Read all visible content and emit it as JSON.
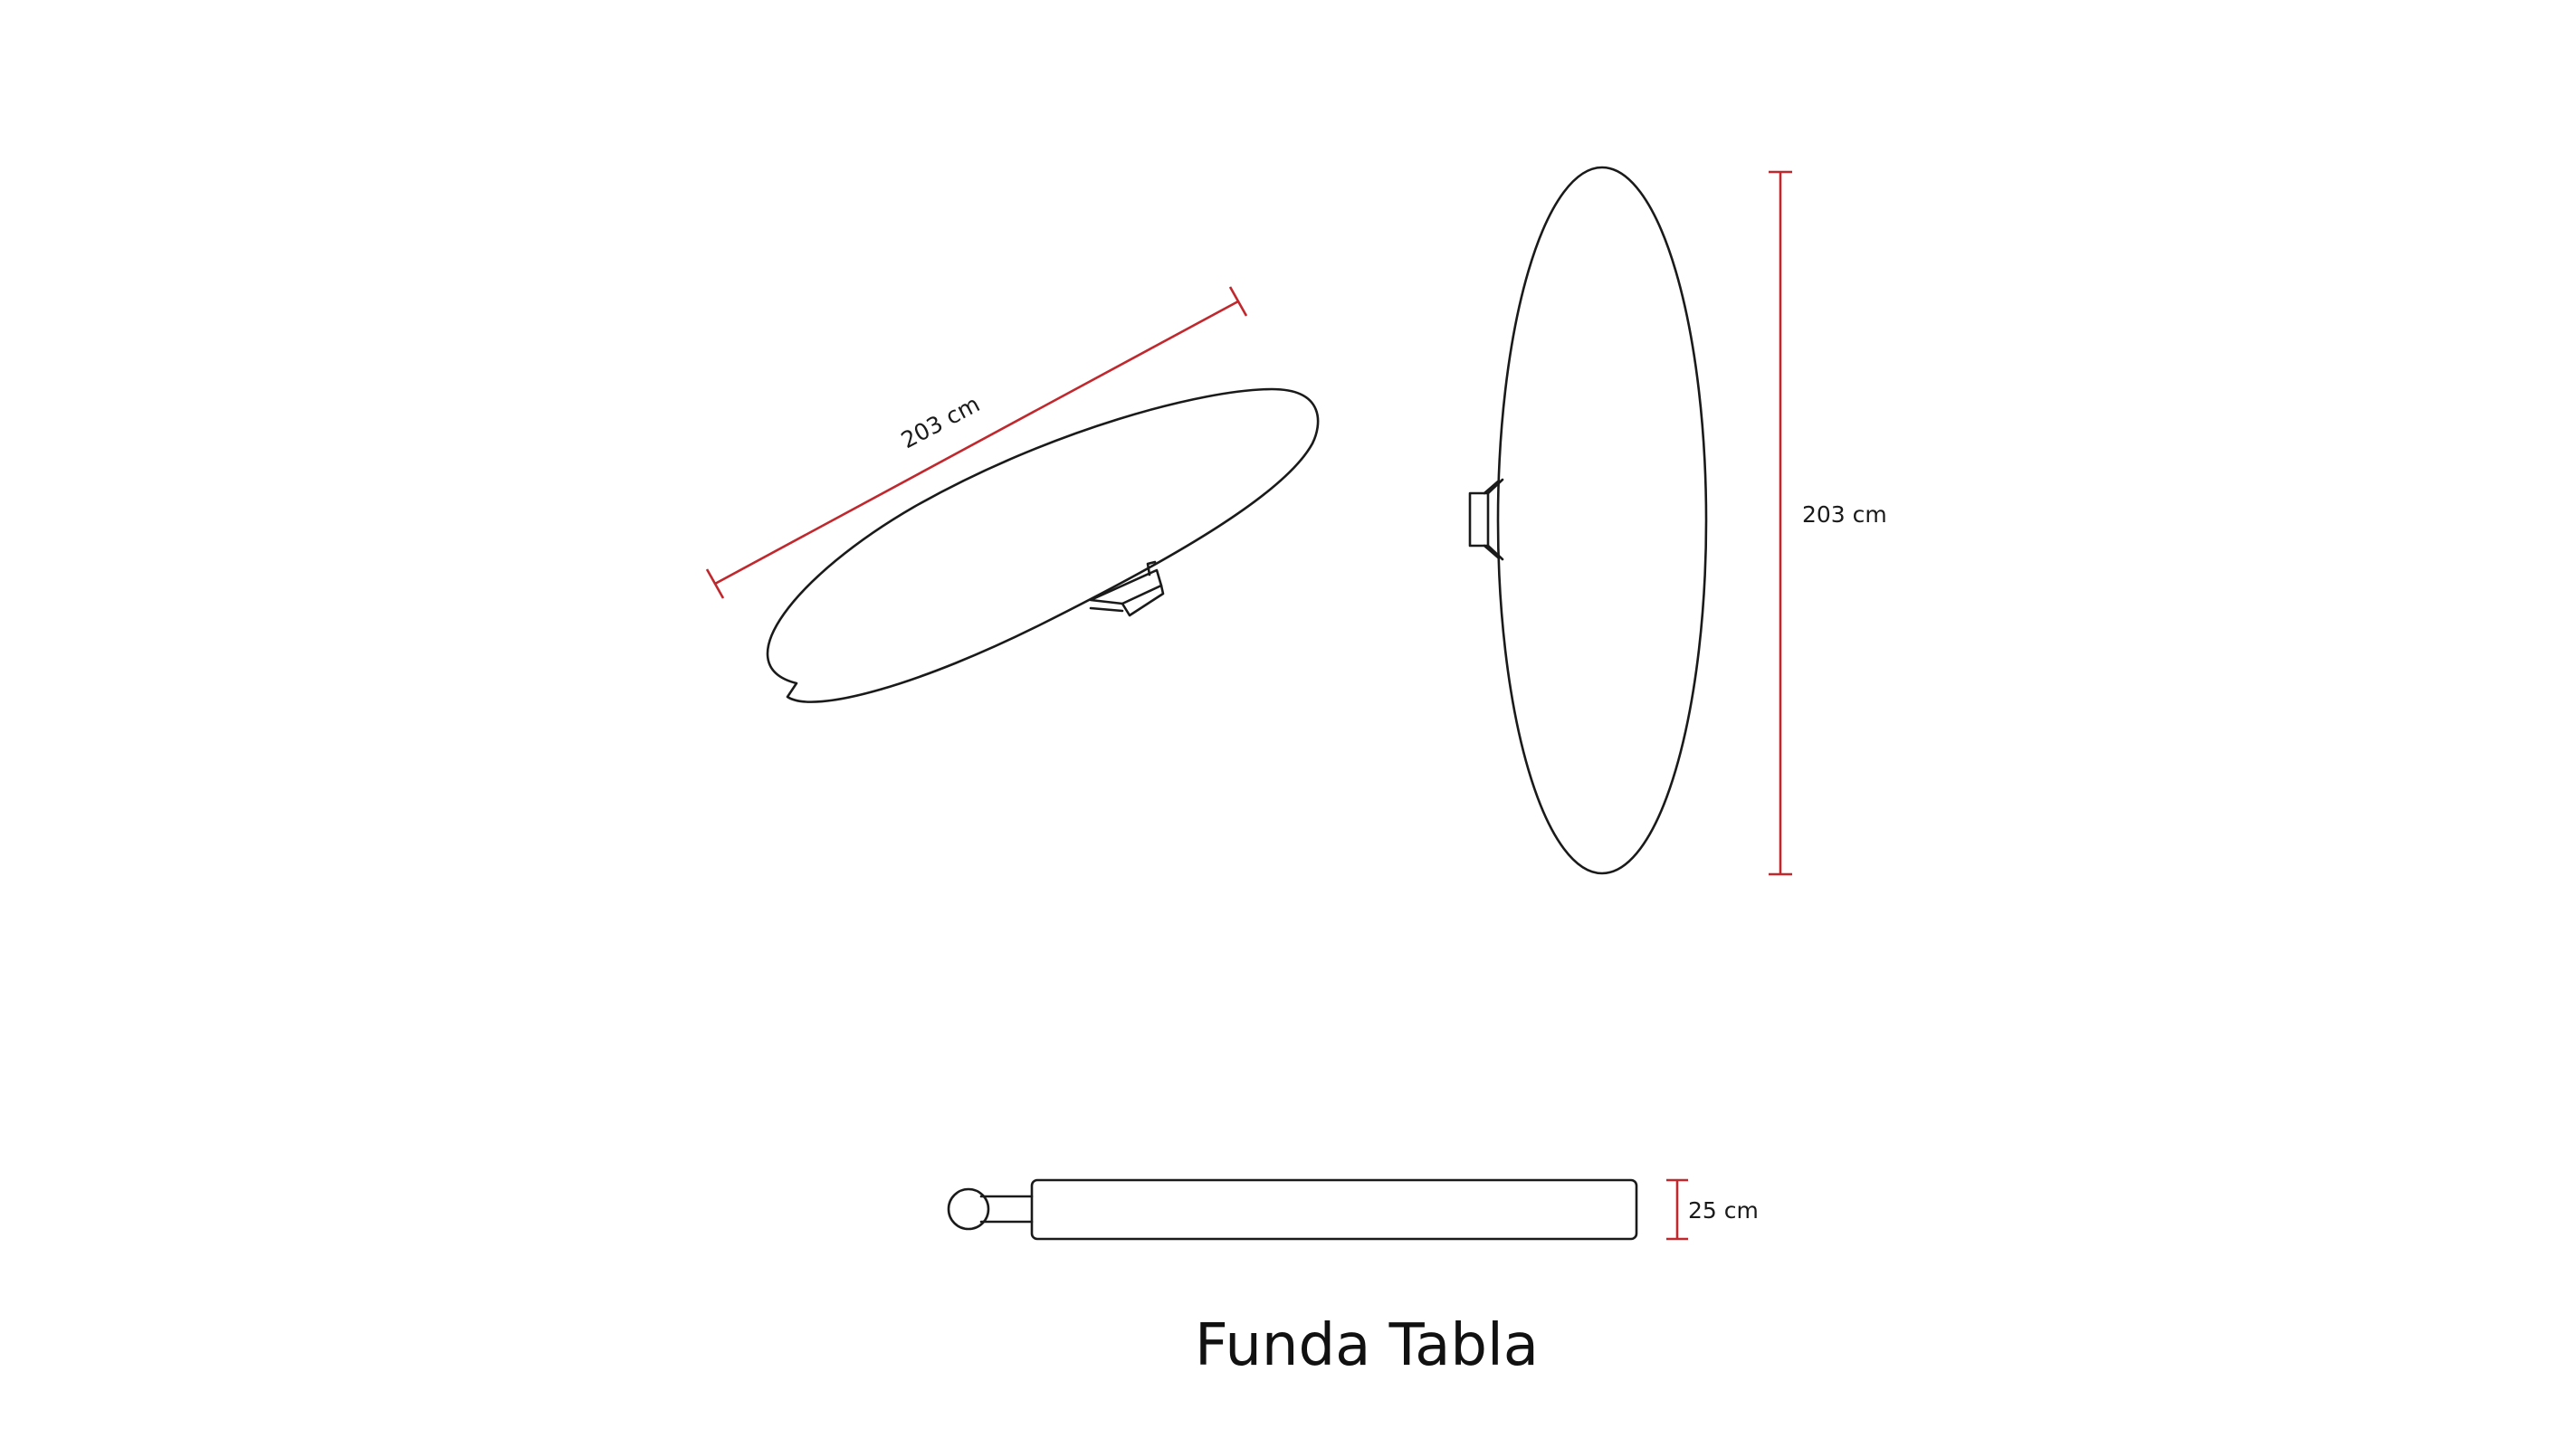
{
  "title": "Funda Tabla",
  "views": {
    "angled": {
      "length_label": "203 cm"
    },
    "front": {
      "length_label": "203 cm"
    },
    "side": {
      "thickness_label": "25 cm"
    }
  },
  "colors": {
    "outline": "#1a1a1a",
    "dimension": "#c0282d",
    "background": "#ffffff"
  }
}
